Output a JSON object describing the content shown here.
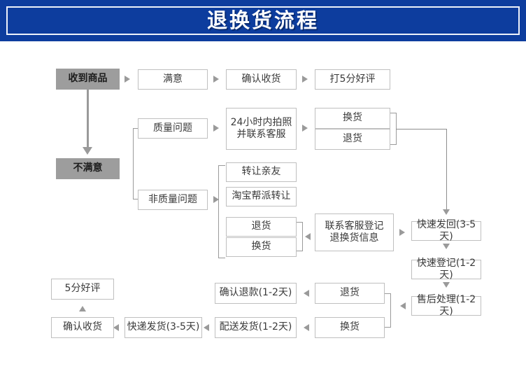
{
  "header": {
    "title": "退换货流程",
    "bg_color": "#0d3d9e",
    "text_color": "#ffffff"
  },
  "theme": {
    "box_border": "#bfbfbf",
    "box_fill": "#ffffff",
    "emphasis_fill": "#9d9d9d",
    "connector": "#9a9a9a",
    "text": "#3a3a3a"
  },
  "nodes": {
    "received_goods": "收到商品",
    "satisfied": "满意",
    "confirm_receipt_top": "确认收货",
    "rate_five_star": "打5分好评",
    "not_satisfied": "不满意",
    "quality_issue": "质量问题",
    "photo_contact_service": "24小时内拍照\n并联系客服",
    "exchange_top": "换货",
    "return_top": "退货",
    "non_quality_issue": "非质量问题",
    "transfer_to_friend": "转让亲友",
    "taobao_gang_transfer": "淘宝帮派转让",
    "return_mid": "退货",
    "exchange_mid": "换货",
    "contact_service_register": "联系客服登记\n退换货信息",
    "fast_send_back": "快速发回(3-5天)",
    "fast_register": "快速登记(1-2天)",
    "after_sale_handling": "售后处理(1-2天)",
    "return_bottom": "退货",
    "exchange_bottom": "换货",
    "confirm_refund": "确认退款(1-2天)",
    "delivery_ship": "配送发货(1-2天)",
    "express_ship": "快递发货(3-5天)",
    "confirm_receipt_bottom": "确认收货",
    "five_star_review": "5分好评"
  }
}
